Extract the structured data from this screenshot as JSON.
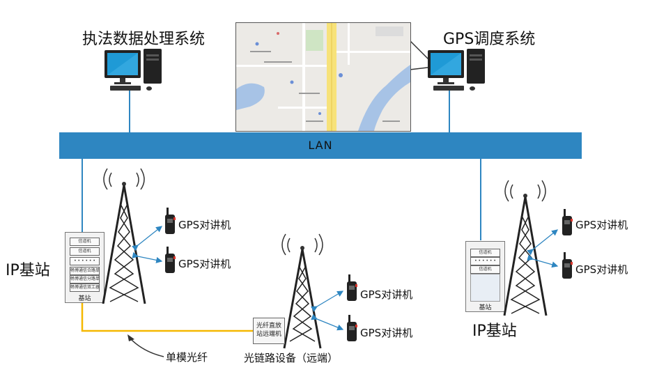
{
  "titles": {
    "law_system": "执法数据处理系统",
    "gps_system": "GPS调度系统"
  },
  "lan": {
    "label": "LAN"
  },
  "base_station_left": {
    "name": "IP基站",
    "rack_label": "基站",
    "units": [
      "信道机",
      "信道机",
      "• • • • • •",
      "畅博通信合路单元",
      "畅博通信分路单元",
      "畅博通信双工器"
    ]
  },
  "base_station_right": {
    "name": "IP基站",
    "rack_label": "基站",
    "units": [
      "信道机",
      "• • • • • •",
      "信道机"
    ]
  },
  "remote_device": {
    "box_label": "光纤直放站远端机",
    "name": "光链路设备（远端）"
  },
  "fiber": {
    "label": "单模光纤"
  },
  "radios": {
    "left_top": "GPS对讲机",
    "left_bottom": "GPS对讲机",
    "mid_top": "GPS对讲机",
    "mid_bottom": "GPS对讲机",
    "right_top": "GPS对讲机",
    "right_bottom": "GPS对讲机"
  },
  "colors": {
    "lan_bar": "#2e86c1",
    "link_line": "#2e86c1",
    "fiber_line": "#f5b800",
    "monitor_screen": "#1f9ad6"
  }
}
